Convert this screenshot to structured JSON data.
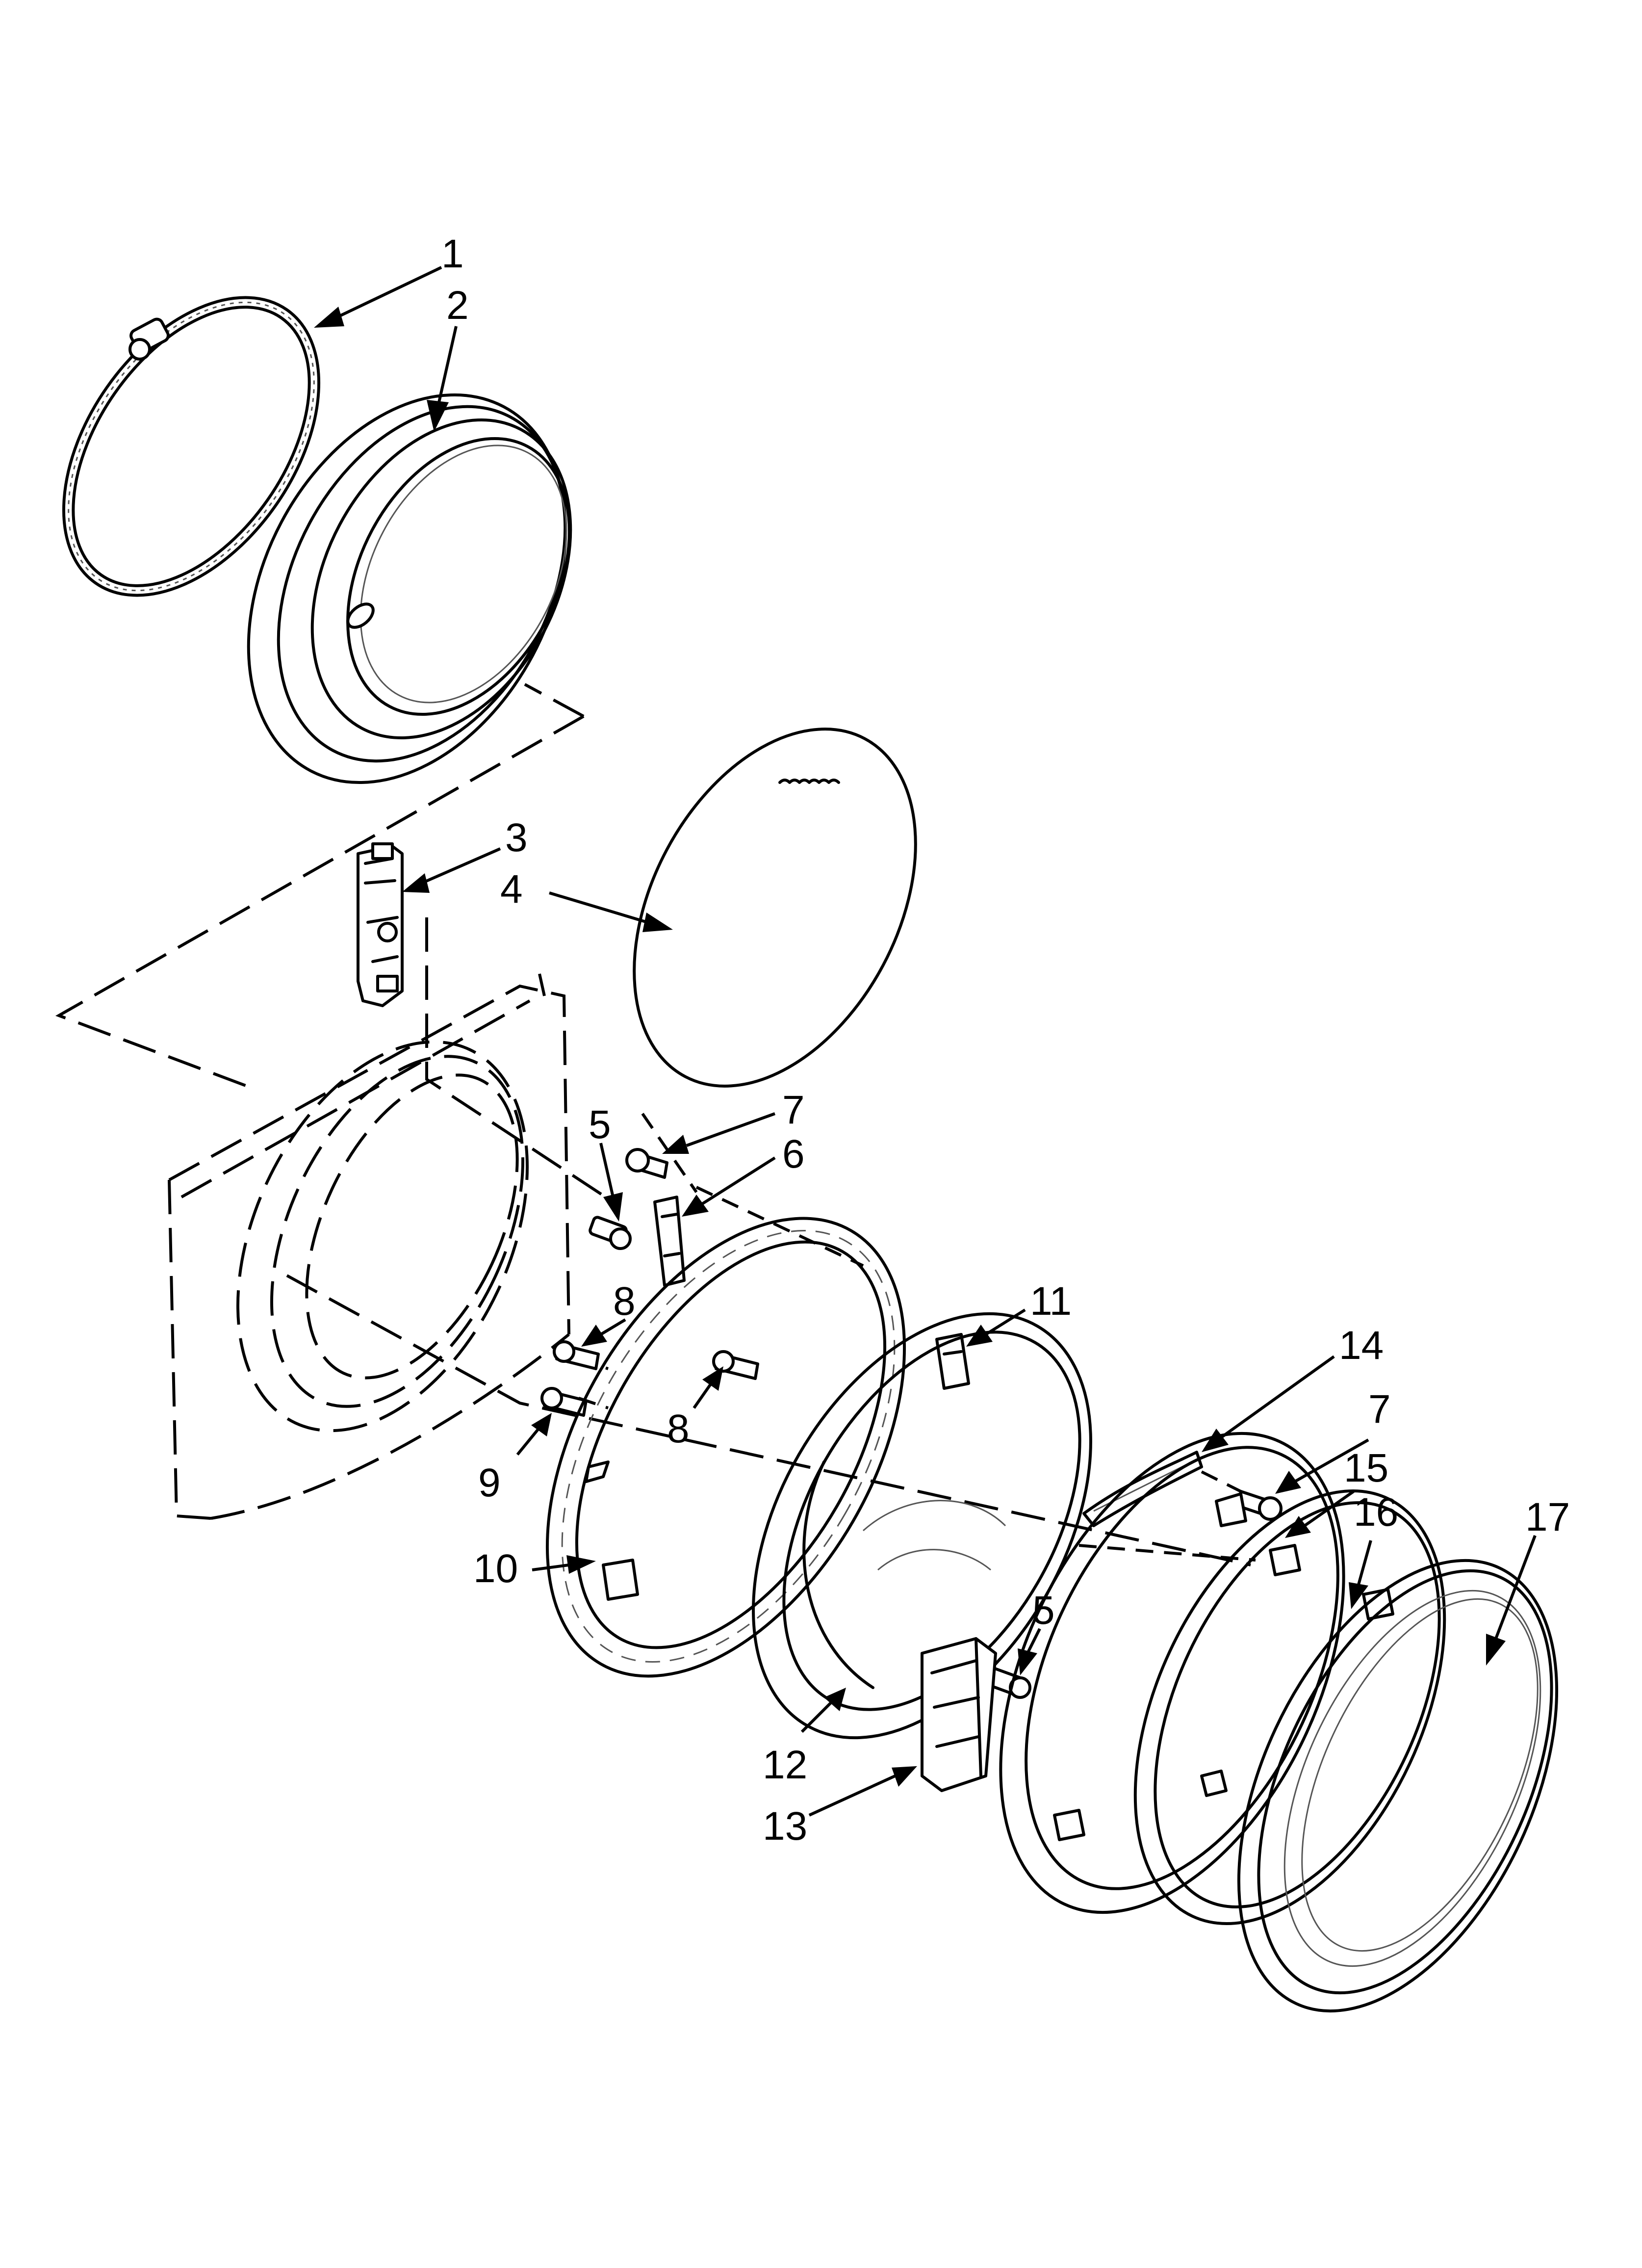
{
  "callouts": {
    "c1": "1",
    "c2": "2",
    "c3": "3",
    "c4": "4",
    "c5a": "5",
    "c5b": "5",
    "c6": "6",
    "c7a": "7",
    "c7b": "7",
    "c8a": "8",
    "c8b": "8",
    "c9": "9",
    "c10": "10",
    "c11": "11",
    "c12": "12",
    "c13": "13",
    "c14": "14",
    "c15": "15",
    "c16": "16",
    "c17": "17"
  }
}
